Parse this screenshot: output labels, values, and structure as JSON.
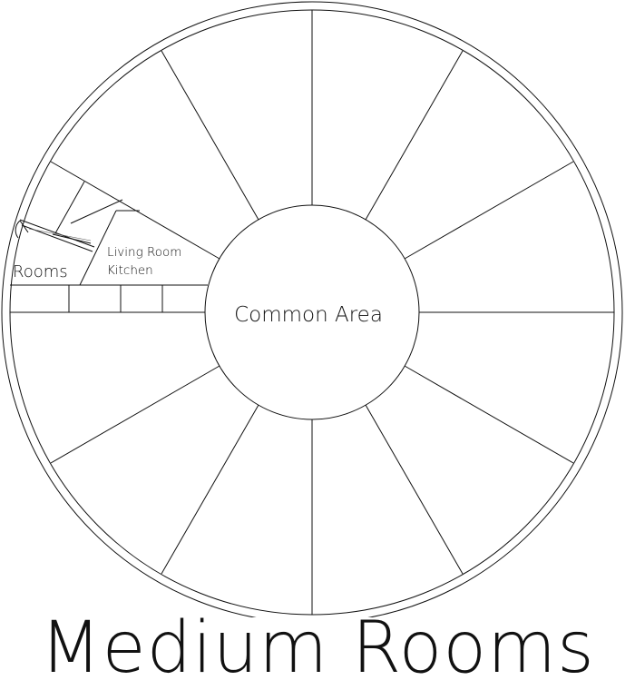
{
  "plan": {
    "center_label": "Common Area",
    "side_labels": {
      "living_room": "Living Room",
      "kitchen": "Kitchen",
      "rooms": "Rooms"
    }
  },
  "caption": "Medium Rooms",
  "colors": {
    "line": "#111111",
    "background": "#ffffff"
  }
}
